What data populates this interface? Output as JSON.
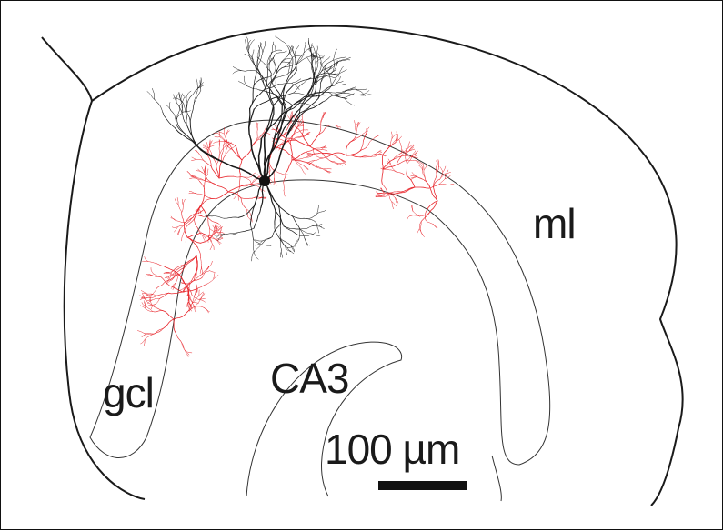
{
  "labels": {
    "molecular_layer": "ml",
    "granule_cell_layer": "gcl",
    "ca3": "CA3",
    "scale": "100 µm"
  },
  "colors": {
    "dendrites": "#1a1a1a",
    "axon": "#e8252b",
    "outline": "#1a1a1a"
  }
}
